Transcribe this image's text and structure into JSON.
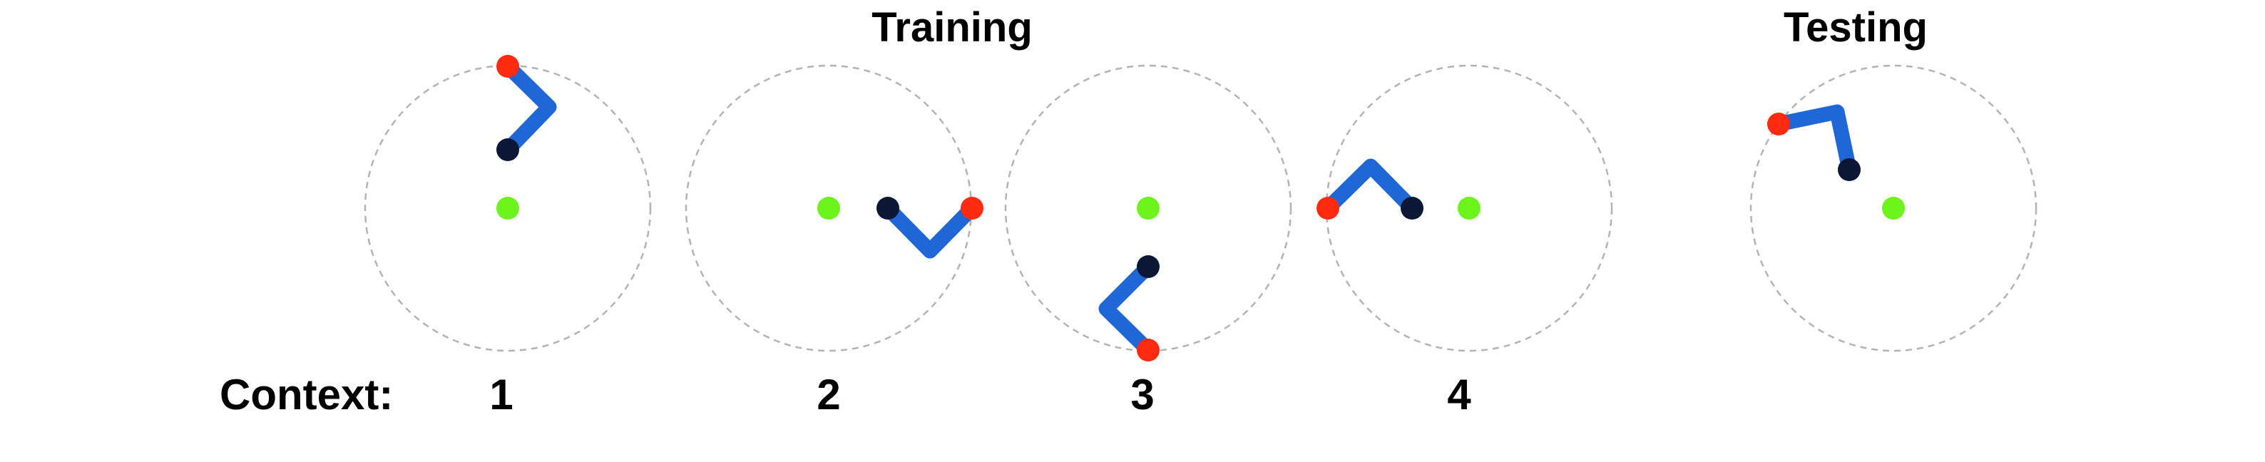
{
  "sections": {
    "training_title": "Training",
    "testing_title": "Testing"
  },
  "context_label": "Context:",
  "contexts": [
    "1",
    "2",
    "3",
    "4"
  ],
  "colors": {
    "arm": "#1f66d6",
    "end_effector": "#ff2a10",
    "base_joint": "#0c1735",
    "target": "#6cf31c",
    "workspace_circle": "#b3b3b3",
    "background": "#ffffff"
  },
  "icons": {
    "arm": "two-link-arm-icon",
    "end_effector": "red-dot-icon",
    "base_joint": "dark-dot-icon",
    "target": "green-dot-icon",
    "workspace": "dashed-circle-icon"
  }
}
